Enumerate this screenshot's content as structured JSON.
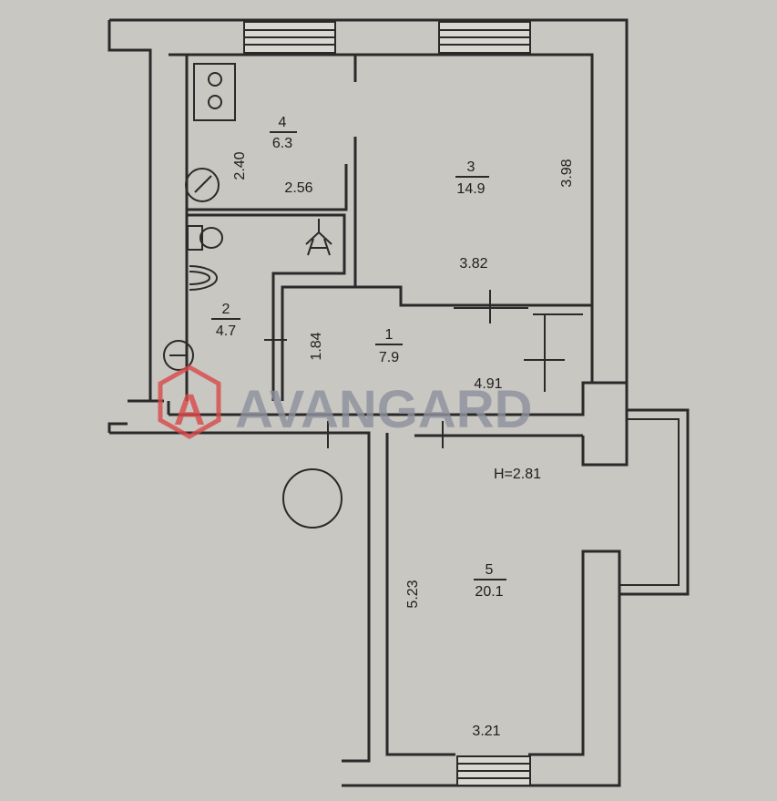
{
  "watermark": {
    "text": "AVANGARD",
    "logo_letter": "A",
    "color_text": "#9a9ca6",
    "color_logo": "#d94a48"
  },
  "colors": {
    "background": "#c8c7c2",
    "wall": "#2a2a2a"
  },
  "ceiling_height": "H=2.81",
  "rooms": [
    {
      "number": "1",
      "area": "7.9"
    },
    {
      "number": "2",
      "area": "4.7"
    },
    {
      "number": "3",
      "area": "14.9"
    },
    {
      "number": "4",
      "area": "6.3"
    },
    {
      "number": "5",
      "area": "20.1"
    }
  ],
  "dimensions": {
    "kitchen_height": "2.40",
    "kitchen_width": "2.56",
    "room3_height": "3.98",
    "room3_width": "3.82",
    "hall_height": "1.84",
    "hall_width": "4.91",
    "room5_height": "5.23",
    "room5_width": "3.21"
  },
  "icons": [
    "stove-icon",
    "boiler-icon",
    "toilet-icon",
    "sink-icon",
    "lamp-icon",
    "riser-icon",
    "column-icon"
  ]
}
